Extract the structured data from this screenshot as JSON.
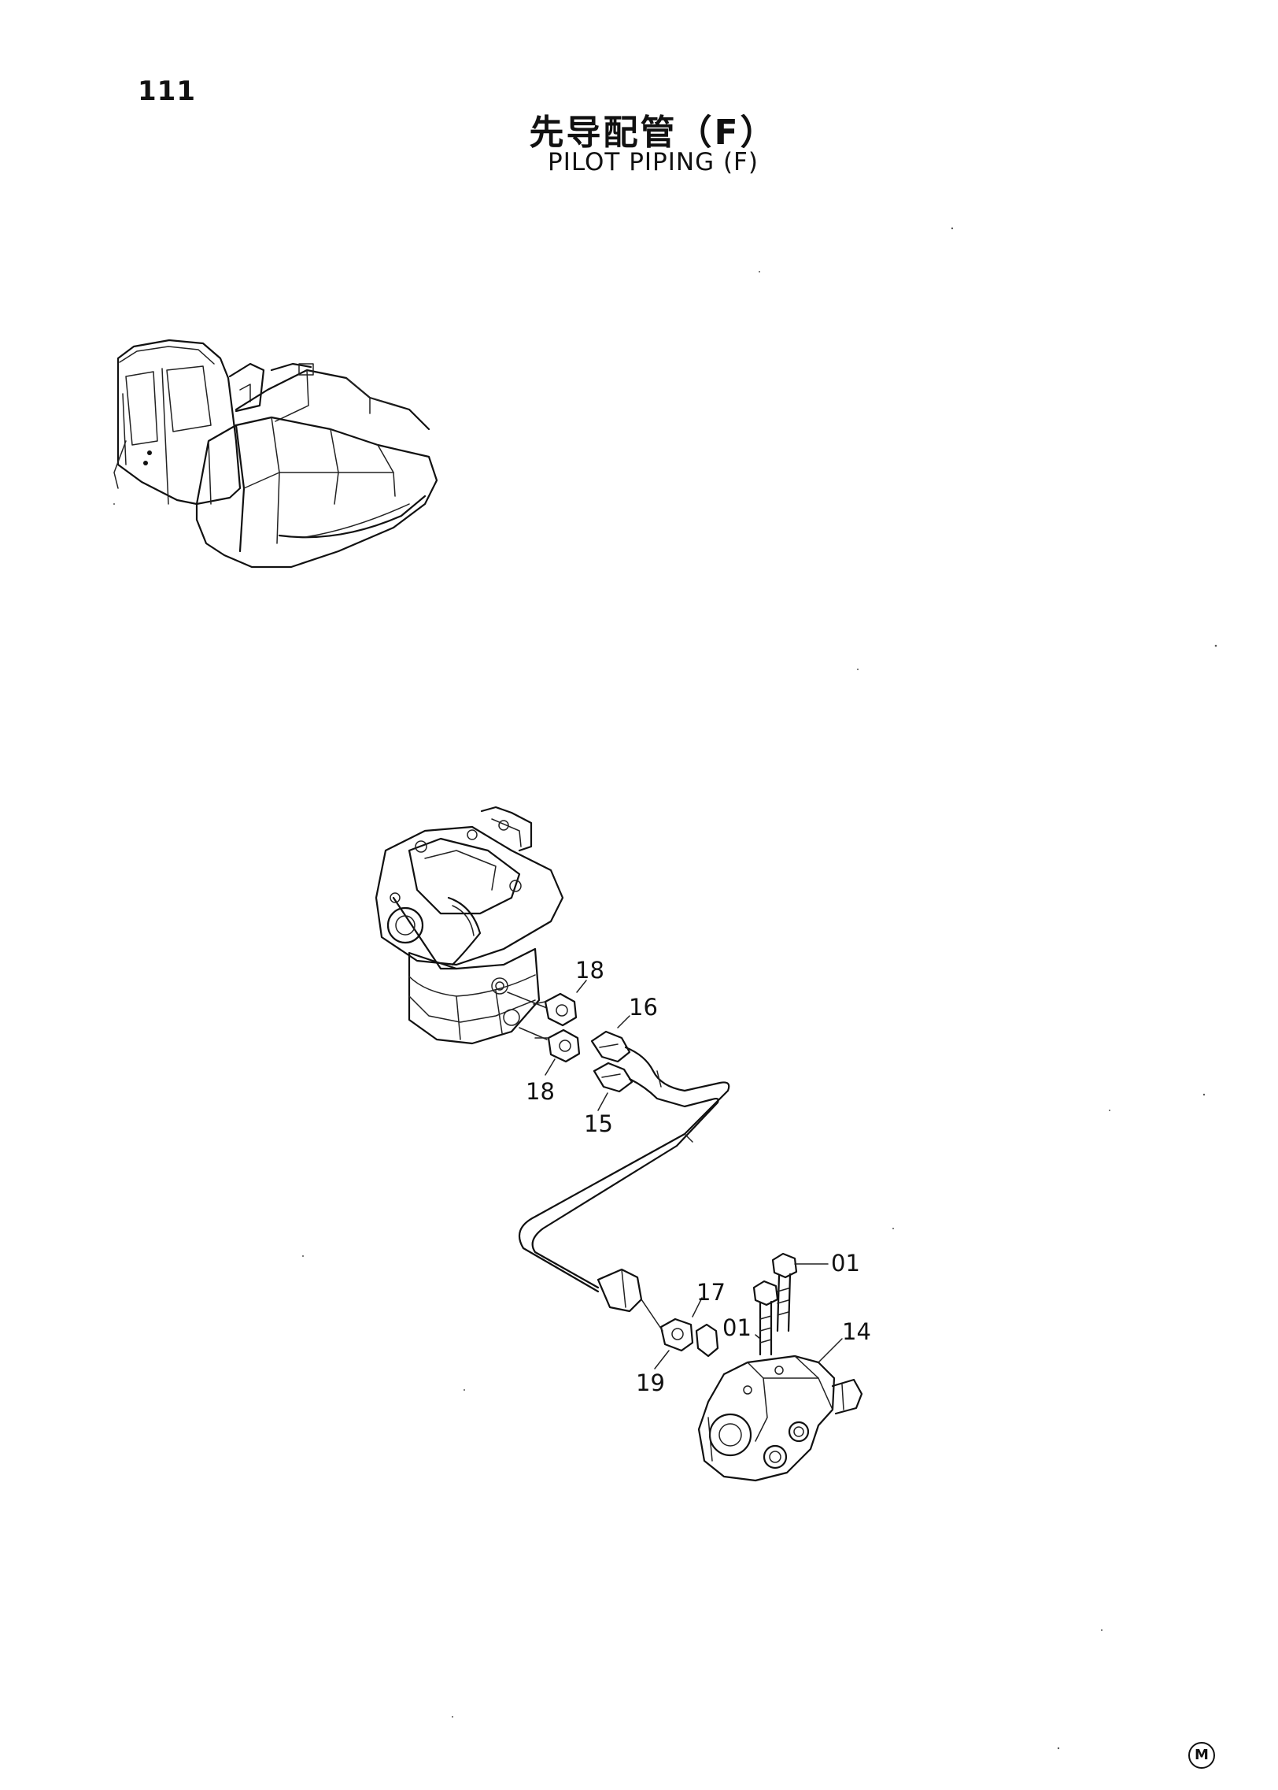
{
  "page": {
    "number": "111",
    "title_cn": "先导配管（F）",
    "title_en": "PILOT PIPING (F)",
    "mark": "M"
  },
  "callouts": [
    {
      "id": "18a",
      "label": "18"
    },
    {
      "id": "18b",
      "label": "18"
    },
    {
      "id": "16",
      "label": "16"
    },
    {
      "id": "15",
      "label": "15"
    },
    {
      "id": "01a",
      "label": "01"
    },
    {
      "id": "01b",
      "label": "01"
    },
    {
      "id": "17",
      "label": "17"
    },
    {
      "id": "14",
      "label": "14"
    },
    {
      "id": "19",
      "label": "19"
    }
  ],
  "icons": [
    "excavator-overview-icon",
    "pilot-valve-icon",
    "travel-valve-icon",
    "bolt-icon",
    "fitting-icon",
    "pipe-icon"
  ]
}
